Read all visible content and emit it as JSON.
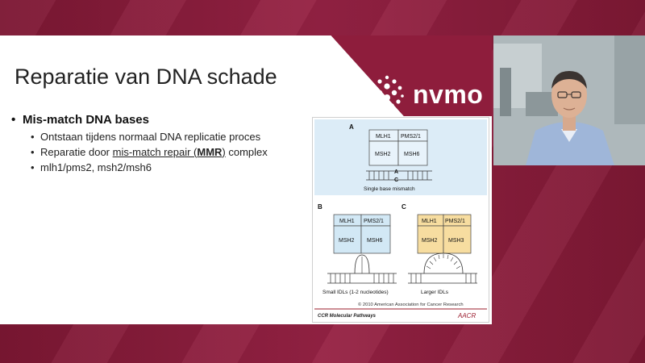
{
  "slide": {
    "title": "Reparatie van DNA schade",
    "bullet_main": "Mis-match DNA bases",
    "sub_bullets": {
      "first": "Ontstaan tijdens normaal DNA replicatie proces",
      "second_prefix": "Reparatie door ",
      "second_link": "mis-match repair (",
      "second_bold": "MMR",
      "second_link_end": ")",
      "second_suffix": " complex",
      "third": "mlh1/pms2, msh2/msh6"
    }
  },
  "logo": {
    "text": "nvmo"
  },
  "figure": {
    "panel_a": {
      "letter": "A",
      "top_left": "MLH1",
      "top_right": "PMS2/1",
      "bot_left": "MSH2",
      "bot_right": "MSH6",
      "base1": "A",
      "base2": "C",
      "caption": "Single base mismatch"
    },
    "panel_b": {
      "letter": "B",
      "top_left": "MLH1",
      "top_right": "PMS2/1",
      "bot_left": "MSH2",
      "bot_right": "MSH6",
      "caption": "Small IDLs (1-2 nucleotides)"
    },
    "panel_c": {
      "letter": "C",
      "top_left": "MLH1",
      "top_right": "PMS2/1",
      "bot_left": "MSH2",
      "bot_right": "MSH3",
      "caption": "Larger IDLs"
    },
    "copyright": "© 2010 American Association for Cancer Research",
    "footer": "CCR Molecular Pathways",
    "footer_logo": "AACR"
  },
  "colors": {
    "maroon": "#8e1d3c",
    "blue_box": "#d2e8f5",
    "yellow_box": "#f7dda0"
  }
}
